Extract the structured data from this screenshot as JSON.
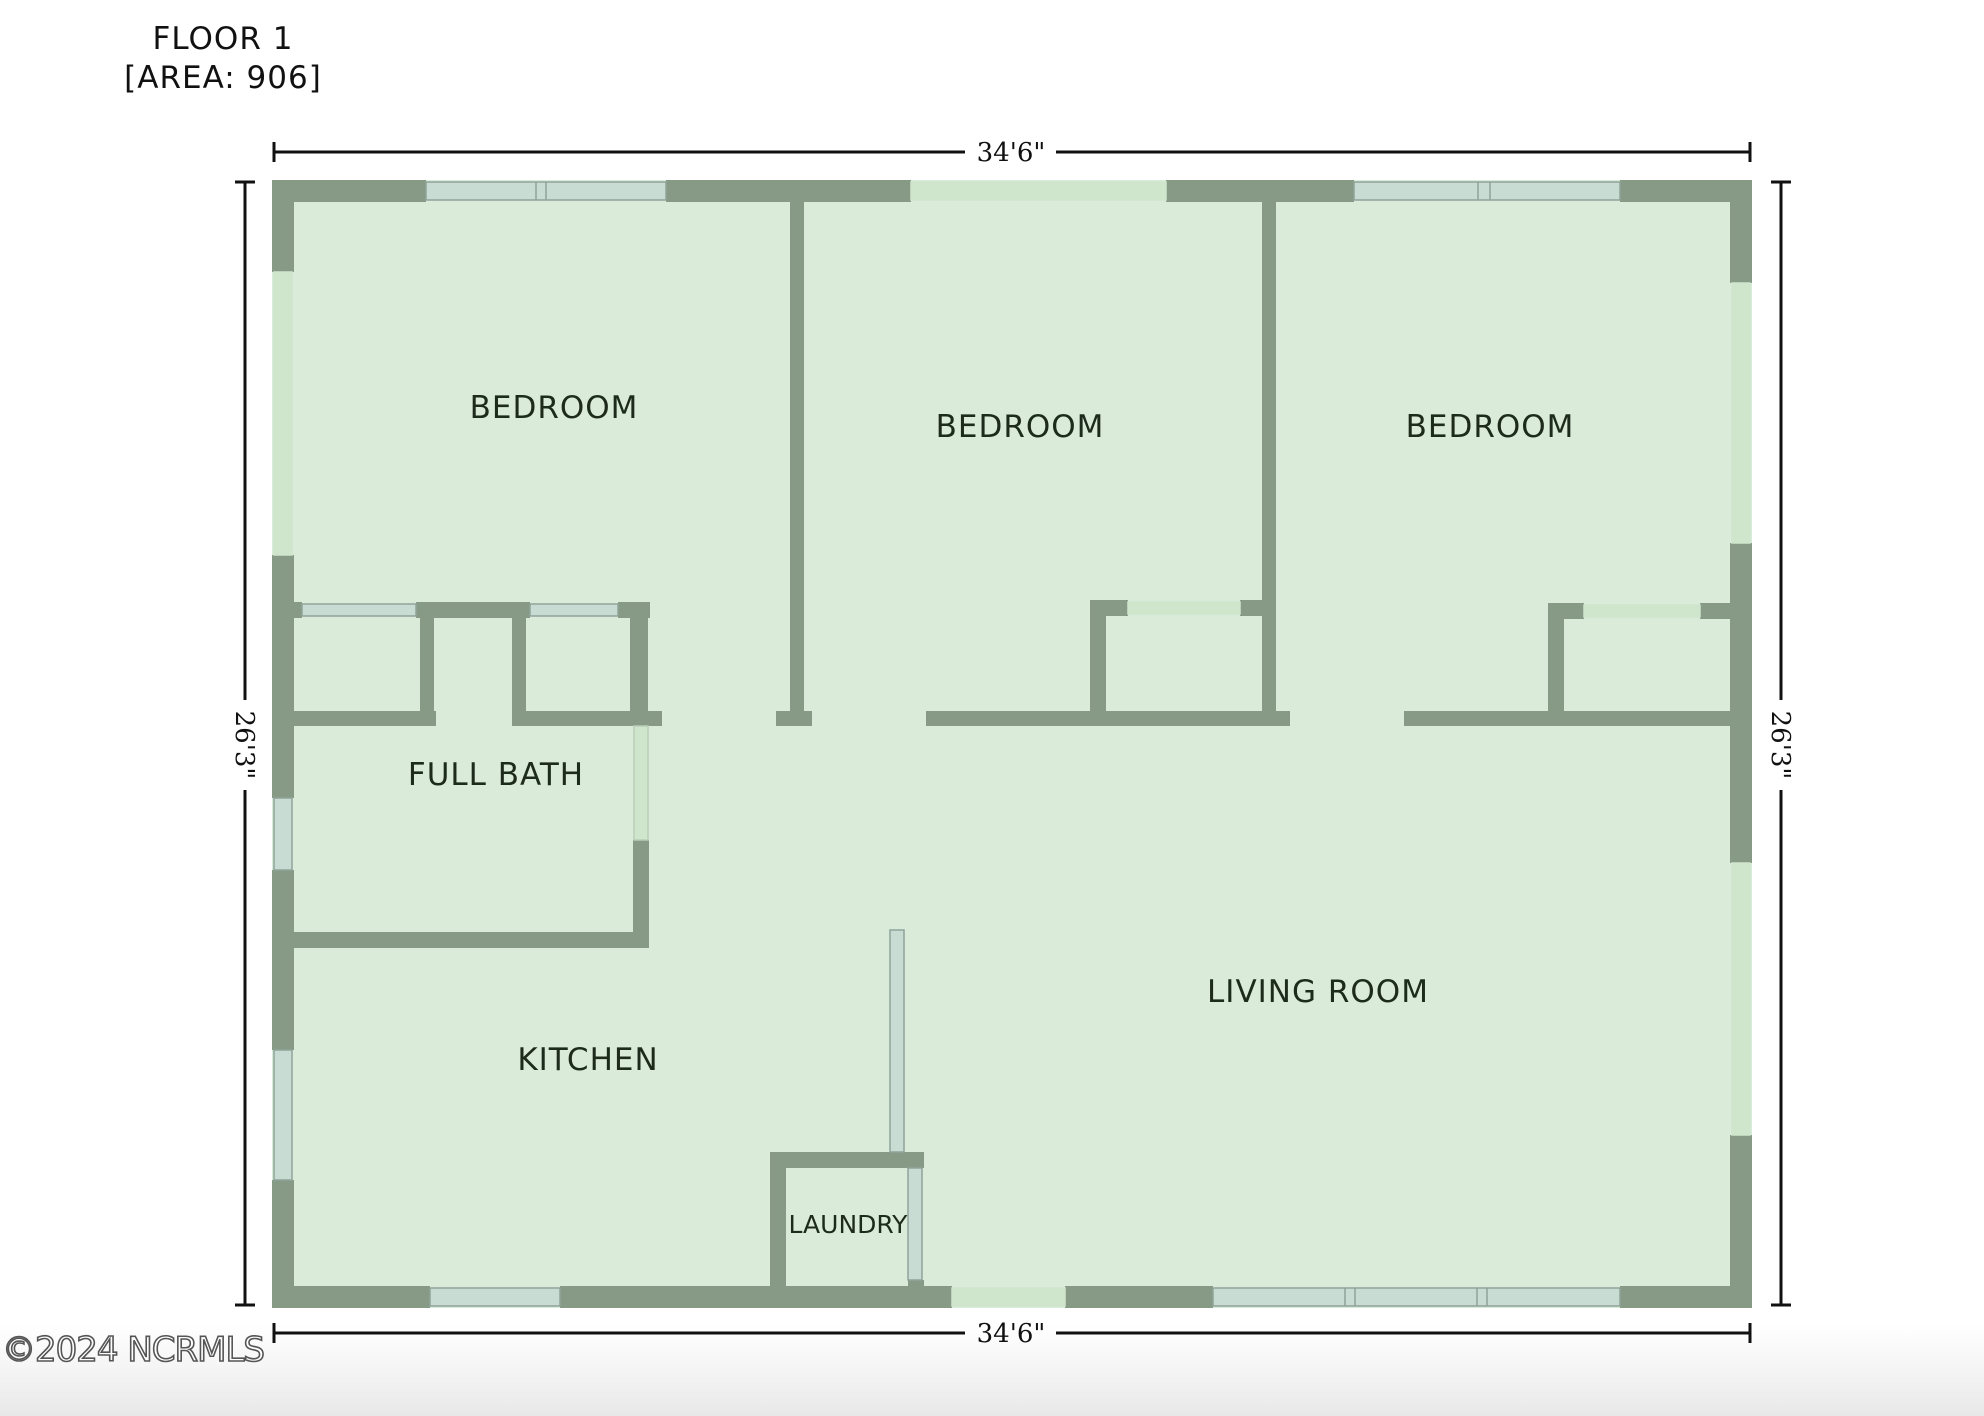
{
  "floor": {
    "title": "FLOOR 1",
    "area": "[AREA: 906]"
  },
  "dimensions": {
    "top": "34'6\"",
    "bottom": "34'6\"",
    "left": "26'3\"",
    "right": "26'3\""
  },
  "rooms": {
    "bedroom_1": "BEDROOM",
    "bedroom_2": "BEDROOM",
    "bedroom_3": "BEDROOM",
    "full_bath": "FULL BATH",
    "kitchen": "KITCHEN",
    "living_room": "LIVING ROOM",
    "laundry": "LAUNDRY"
  },
  "watermark": "©2024 NCRMLS",
  "colors": {
    "floor_fill": "#dbebd9",
    "wall": "#879a85",
    "window": "#c9dcd3",
    "dimension_line": "#111111"
  }
}
